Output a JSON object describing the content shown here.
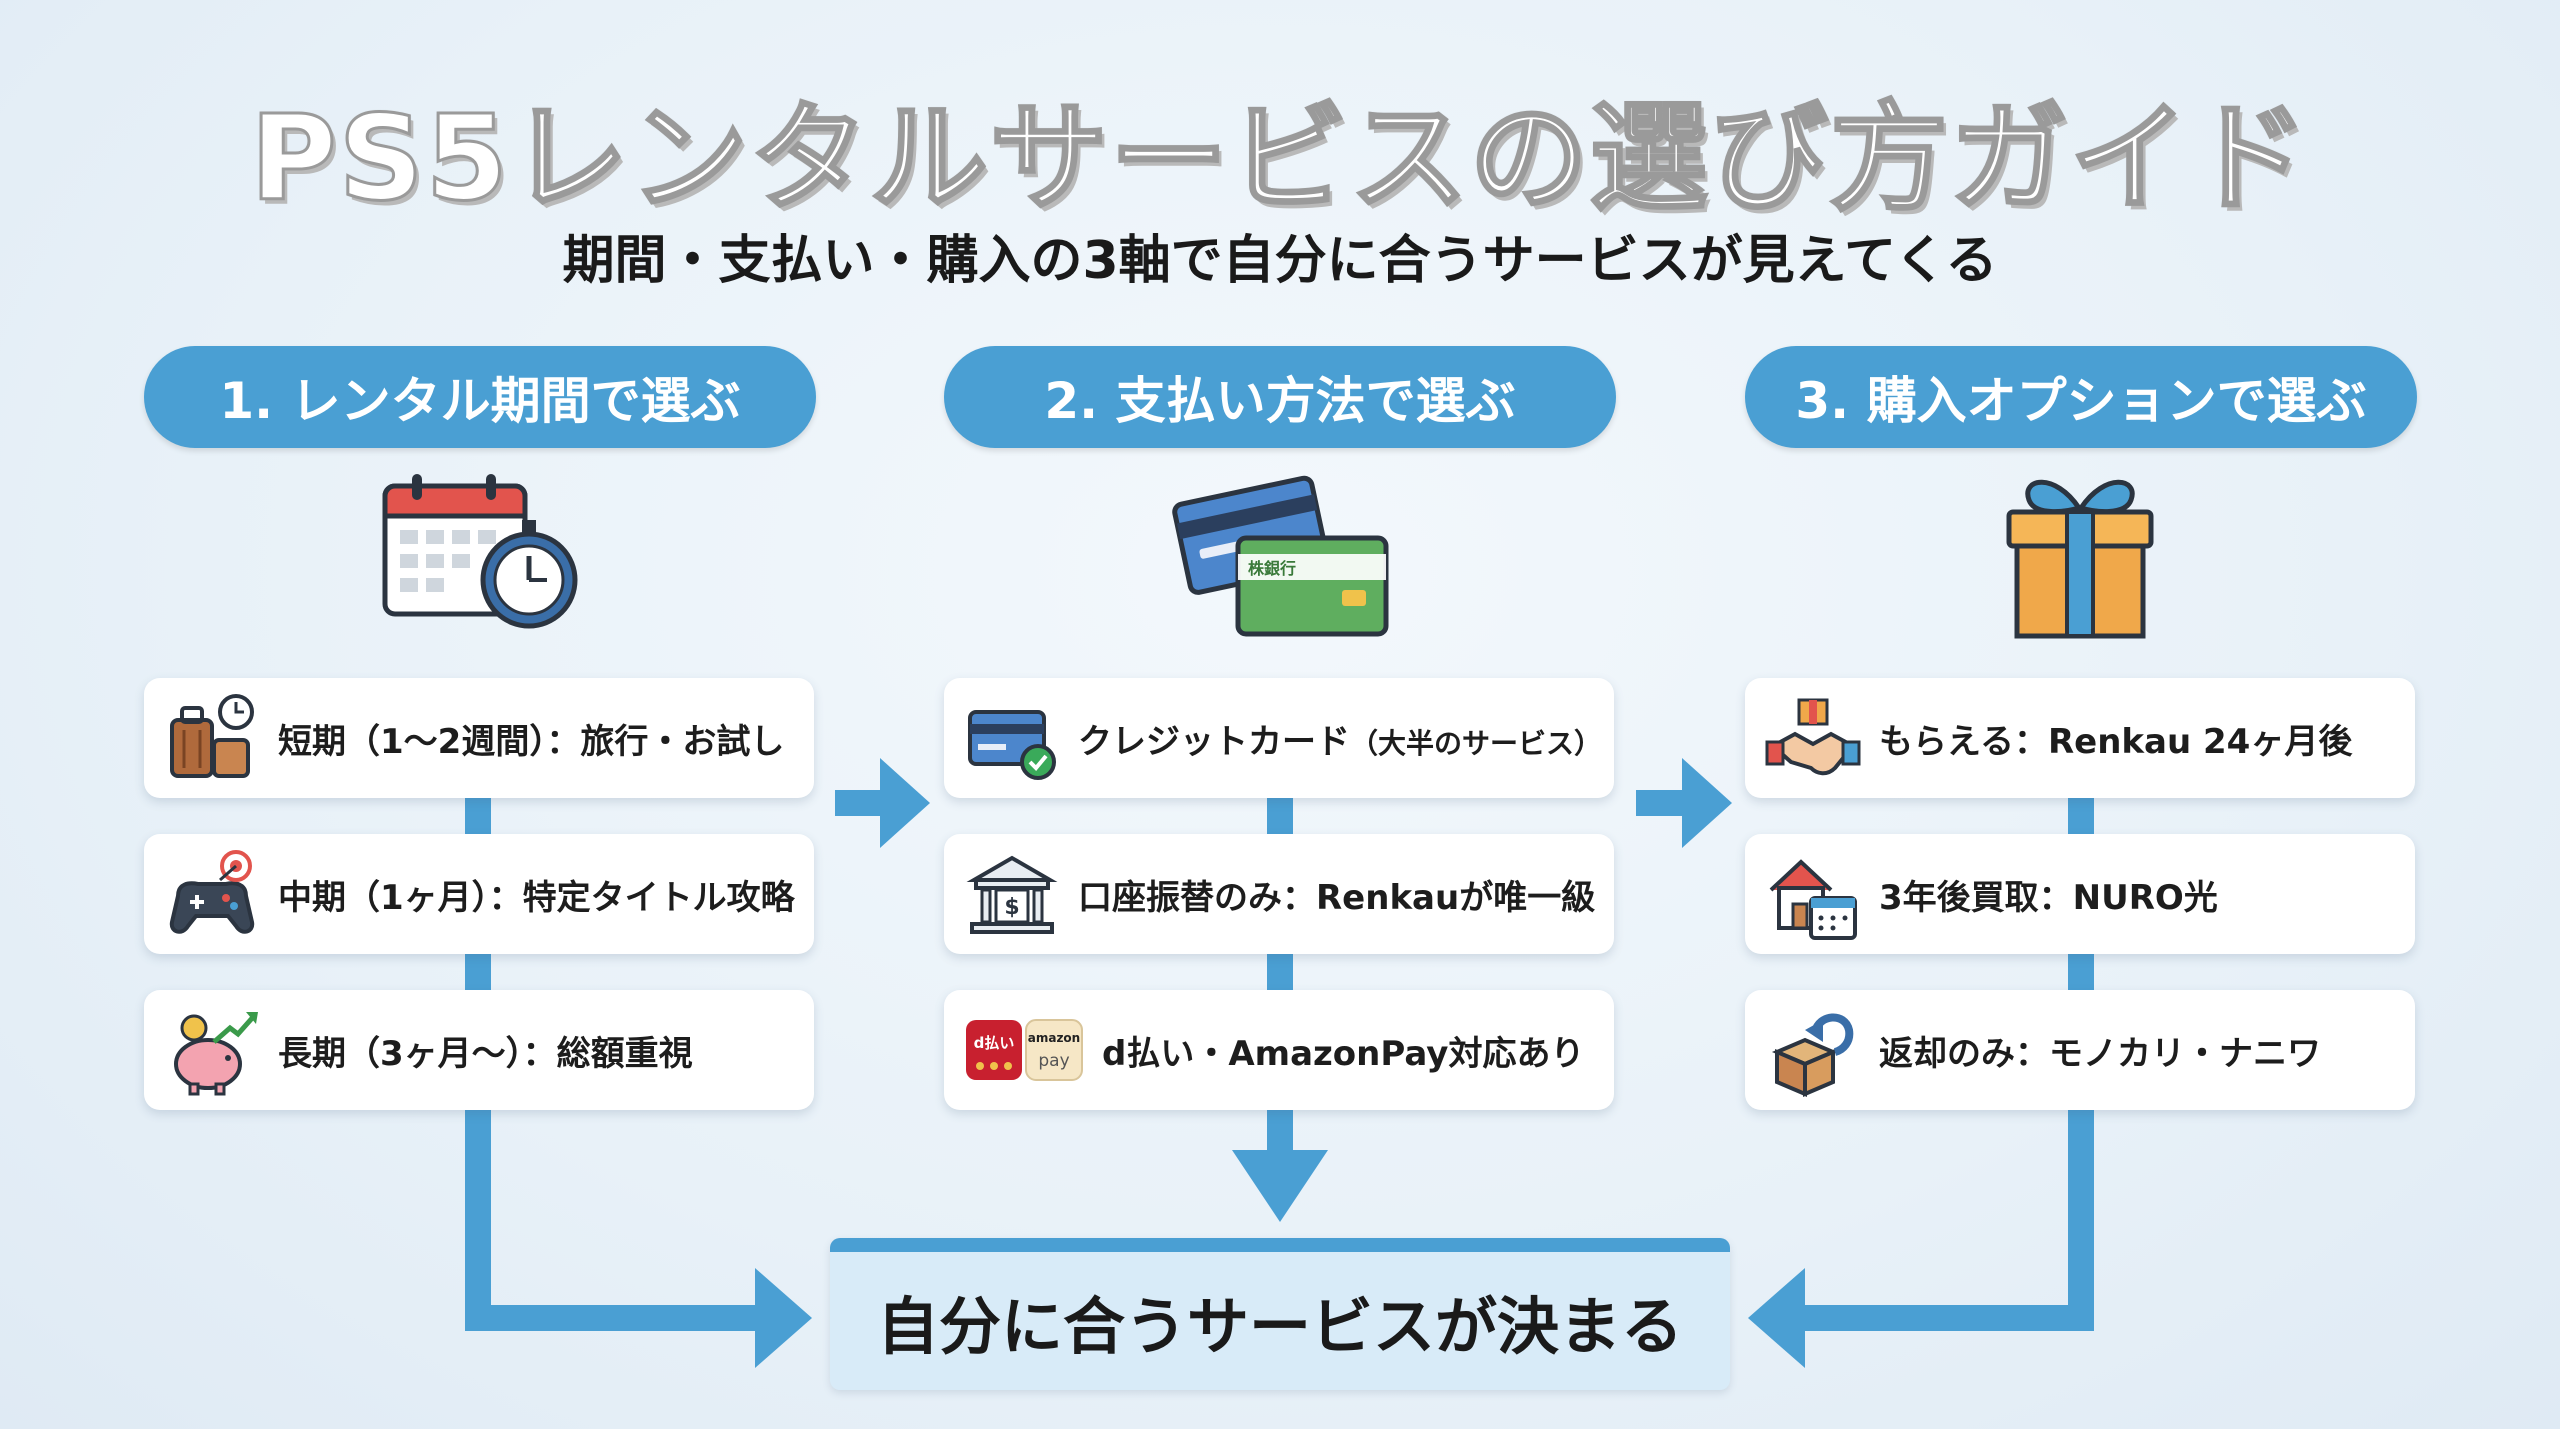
{
  "title": "PS5レンタルサービスの選び方ガイド",
  "subtitle": "期間・支払い・購入の3軸で自分に合うサービスが見えてくる",
  "columns": [
    {
      "header": "1. レンタル期間で選ぶ",
      "illustration": "calendar-stopwatch",
      "items": [
        {
          "icon": "luggage-clock",
          "text": "短期（1〜2週間）：旅行・お試し"
        },
        {
          "icon": "gamepad-target",
          "text": "中期（1ヶ月）：特定タイトル攻略"
        },
        {
          "icon": "piggy-bank-growth",
          "text": "長期（3ヶ月〜）：総額重視"
        }
      ]
    },
    {
      "header": "2. 支払い方法で選ぶ",
      "illustration": "credit-cards",
      "card_print": "株銀行",
      "items": [
        {
          "icon": "credit-card-check",
          "text": "クレジットカード",
          "note": "（大半のサービス）"
        },
        {
          "icon": "bank",
          "text": "口座振替のみ：Renkauが唯一級"
        },
        {
          "icon": "dpay-amazonpay",
          "text": "d払い・AmazonPay対応あり",
          "badge_d": "d払い",
          "badge_amazon_top": "amazon",
          "badge_amazon_bottom": "pay"
        }
      ]
    },
    {
      "header": "3. 購入オプションで選ぶ",
      "illustration": "gift-box",
      "items": [
        {
          "icon": "handshake-gift",
          "text": "もらえる：Renkau 24ヶ月後"
        },
        {
          "icon": "house-calendar",
          "text": "3年後買取：NURO光"
        },
        {
          "icon": "box-return",
          "text": "返却のみ：モノカリ・ナニワ"
        }
      ]
    }
  ],
  "result": "自分に合うサービスが決まる",
  "colors": {
    "accent": "#4a9fd3",
    "result_bg": "#d8ebf8",
    "background": "#e8f1f8"
  }
}
